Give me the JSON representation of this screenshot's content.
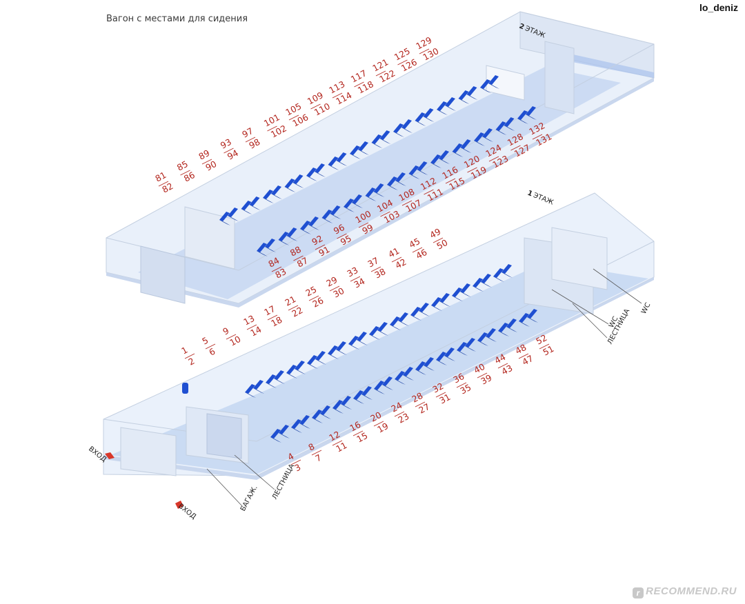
{
  "title": "Вагон с местами для сидения",
  "author": "lo_deniz",
  "watermark": "RECOMMEND.RU",
  "floors": {
    "upper": {
      "number": "2",
      "label": "ЭТАЖ"
    },
    "lower": {
      "number": "1",
      "label": "ЭТАЖ"
    }
  },
  "labels": {
    "entrance": "ВХОД",
    "luggage": "БАГАЖ.",
    "stairs": "ЛЕСТНИЦА",
    "wc": "WC"
  },
  "colors": {
    "seat": "#1f4fd1",
    "seat_dark": "#123a9e",
    "numbers": "#b3261e",
    "car_fill": "#dce7f7",
    "floor_fill": "#b7cdee",
    "arrow": "#d8372a"
  },
  "seats": {
    "upper_rear_row": [
      [
        "81",
        "82"
      ],
      [
        "85",
        "86"
      ],
      [
        "89",
        "90"
      ],
      [
        "93",
        "94"
      ],
      [
        "97",
        "98"
      ],
      [
        "101",
        "102"
      ],
      [
        "105",
        "106"
      ],
      [
        "109",
        "110"
      ],
      [
        "113",
        "114"
      ],
      [
        "117",
        "118"
      ],
      [
        "121",
        "122"
      ],
      [
        "125",
        "126"
      ],
      [
        "129",
        "130"
      ]
    ],
    "upper_front_row": [
      [
        "84",
        "83"
      ],
      [
        "88",
        "87"
      ],
      [
        "92",
        "91"
      ],
      [
        "96",
        "95"
      ],
      [
        "100",
        "99"
      ],
      [
        "104",
        "103"
      ],
      [
        "108",
        "107"
      ],
      [
        "112",
        "111"
      ],
      [
        "116",
        "115"
      ],
      [
        "120",
        "119"
      ],
      [
        "124",
        "123"
      ],
      [
        "128",
        "127"
      ],
      [
        "132",
        "131"
      ]
    ],
    "lower_rear_row": [
      [
        "1",
        "2"
      ],
      [
        "5",
        "6"
      ],
      [
        "9",
        "10"
      ],
      [
        "13",
        "14"
      ],
      [
        "17",
        "18"
      ],
      [
        "21",
        "22"
      ],
      [
        "25",
        "26"
      ],
      [
        "29",
        "30"
      ],
      [
        "33",
        "34"
      ],
      [
        "37",
        "38"
      ],
      [
        "41",
        "42"
      ],
      [
        "45",
        "46"
      ],
      [
        "49",
        "50"
      ]
    ],
    "lower_front_row": [
      [
        "4",
        "3"
      ],
      [
        "8",
        "7"
      ],
      [
        "12",
        "11"
      ],
      [
        "16",
        "15"
      ],
      [
        "20",
        "19"
      ],
      [
        "24",
        "23"
      ],
      [
        "28",
        "27"
      ],
      [
        "32",
        "31"
      ],
      [
        "36",
        "35"
      ],
      [
        "40",
        "39"
      ],
      [
        "44",
        "43"
      ],
      [
        "48",
        "47"
      ],
      [
        "52",
        "51"
      ]
    ]
  }
}
